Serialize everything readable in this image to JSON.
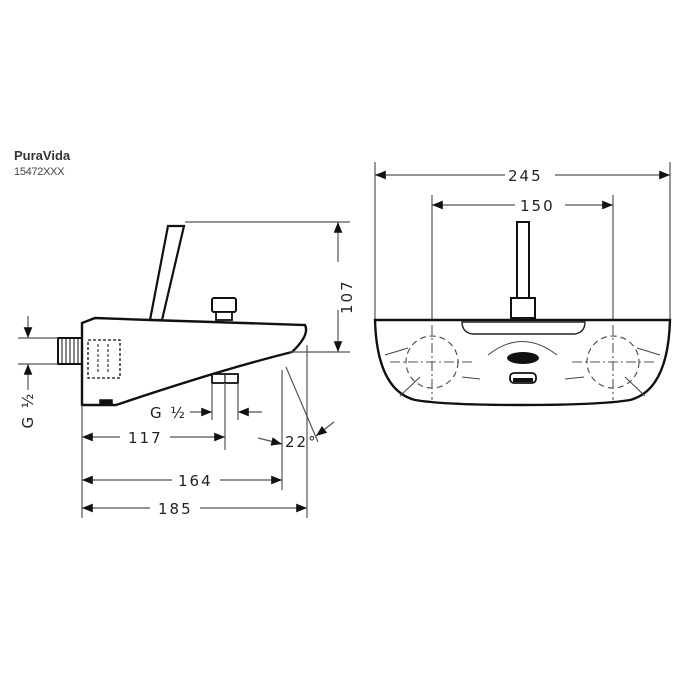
{
  "product": {
    "name": "PuraVida",
    "model": "15472XXX"
  },
  "side_view": {
    "dimensions": {
      "height": "107",
      "inlet_thread": "G ½",
      "outlet_thread": "G ½",
      "to_outlet": "117",
      "to_spout_tip": "164",
      "overall_length": "185",
      "spout_angle": "22°"
    }
  },
  "top_view": {
    "dimensions": {
      "overall_width": "245",
      "center_distance": "150"
    }
  },
  "colors": {
    "line": "#111111",
    "dim_line": "#555555",
    "background": "#ffffff"
  }
}
